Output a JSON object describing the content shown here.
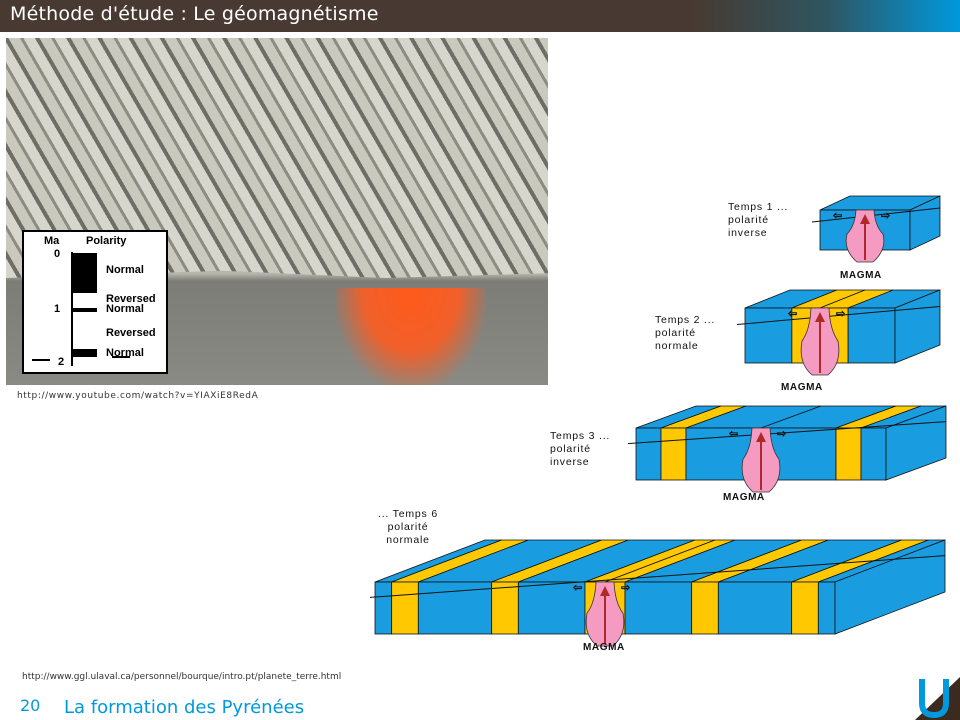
{
  "header": {
    "title": "Méthode d'étude : Le géomagnétisme"
  },
  "photo": {
    "chart": {
      "col_ma": "Ma",
      "col_polarity": "Polarity",
      "ticks": [
        "0",
        "1",
        "2"
      ],
      "labels": [
        "Normal",
        "Reversed",
        "Normal",
        "Reversed",
        "Normal"
      ]
    },
    "source_url": "http://www.youtube.com/watch?v=YIAXiE8RedA"
  },
  "diagram": {
    "stages": [
      {
        "lines": [
          "Temps 1 ...",
          "polarité",
          "inverse"
        ],
        "magma": "MAGMA"
      },
      {
        "lines": [
          "Temps 2 ...",
          "polarité",
          "normale"
        ],
        "magma": "MAGMA"
      },
      {
        "lines": [
          "Temps 3 ...",
          "polarité",
          "inverse"
        ],
        "magma": "MAGMA"
      },
      {
        "lines": [
          "... Temps 6",
          "polarité",
          "normale"
        ],
        "magma": "MAGMA"
      }
    ],
    "colors": {
      "reverse": "#1a9de0",
      "normal": "#ffc800",
      "magma": "#f59ac0",
      "arrow": "#b02828"
    },
    "source_url": "http://www.ggl.ulaval.ca/personnel/bourque/intro.pt/planete_terre.html"
  },
  "footer": {
    "page_number": "20",
    "text": "La formation des Pyrénées"
  }
}
